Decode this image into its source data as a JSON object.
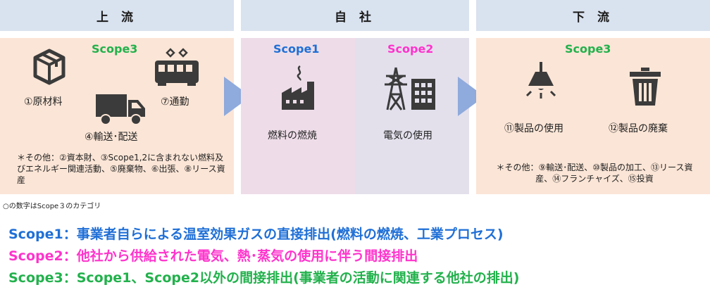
{
  "headers": {
    "upstream": "上 流",
    "own": "自 社",
    "downstream": "下 流"
  },
  "upstream": {
    "scope_label": "Scope3",
    "items": {
      "raw_materials": "①原材料",
      "commute": "⑦通勤",
      "transport": "④輸送･配送"
    },
    "note": "＊その他：②資本財、③Scope1,2に含まれない燃料及びエネルギー関連活動、⑤廃棄物、⑥出張、⑧リース資産"
  },
  "own": {
    "scope1_label": "Scope1",
    "scope1_item": "燃料の燃焼",
    "scope2_label": "Scope2",
    "scope2_item": "電気の使用"
  },
  "downstream": {
    "scope_label": "Scope3",
    "items": {
      "product_use": "⑪製品の使用",
      "product_disposal": "⑫製品の廃棄"
    },
    "note": "＊その他：⑨輸送･配送、⑩製品の加工、⑬リース資産、⑭フランチャイズ、⑮投資"
  },
  "footnote": "○の数字はScope３のカテゴリ",
  "definitions": {
    "scope1": "Scope1：事業者自らによる温室効果ガスの直接排出(燃料の燃焼、工業プロセス)",
    "scope2": "Scope2：他社から供給された電気、熱･蒸気の使用に伴う間接排出",
    "scope3": "Scope3：Scope1、Scope2以外の間接排出(事業者の活動に関連する他社の排出)"
  },
  "colors": {
    "header_bg": "#d9e2ef",
    "upstream_bg": "#fbe5d6",
    "scope1_bg": "#eedde8",
    "scope2_bg": "#e3e0ec",
    "arrow": "#8faadc",
    "scope1_text": "#1f6fd6",
    "scope2_text": "#ff33cc",
    "scope3_text": "#22b14c",
    "icon": "#3b3b3b"
  }
}
